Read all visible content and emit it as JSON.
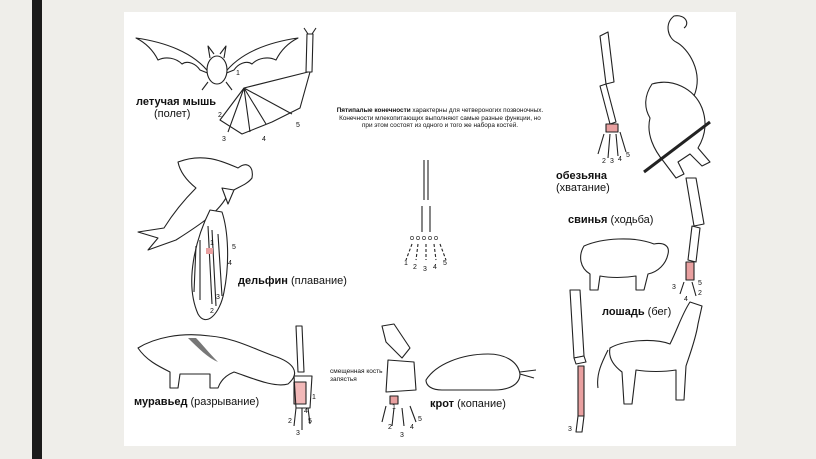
{
  "intro": {
    "bold": "Пятипалые конечности",
    "text": " характерны для четвероногих позвоночных. Конечности млекопитающих выполняют самые разные функции, но при этом состоят из одного и того же  набора костей."
  },
  "animals": {
    "bat": {
      "name": "летучая мышь",
      "func": "(полет)"
    },
    "dolphin": {
      "name": "дельфин",
      "func": "(плавание)"
    },
    "anteater": {
      "name": "муравьед",
      "func": "(разрывание)"
    },
    "mole": {
      "name": "крот",
      "func": "(копание)"
    },
    "monkey": {
      "name": "обезьяна",
      "func": "(хватание)"
    },
    "pig": {
      "name": "свинья",
      "func": "(ходьба)"
    },
    "horse": {
      "name": "лошадь",
      "func": "(бег)"
    }
  },
  "carpal_note": [
    "смещенная кость",
    "запястья"
  ],
  "digits": {
    "d1": "1",
    "d2": "2",
    "d3": "3",
    "d4": "4",
    "d5": "5"
  },
  "colors": {
    "highlight": "#e9a0a0",
    "bone": "#ffffff",
    "ink": "#222222",
    "sidebar": "#1b1b1b"
  }
}
